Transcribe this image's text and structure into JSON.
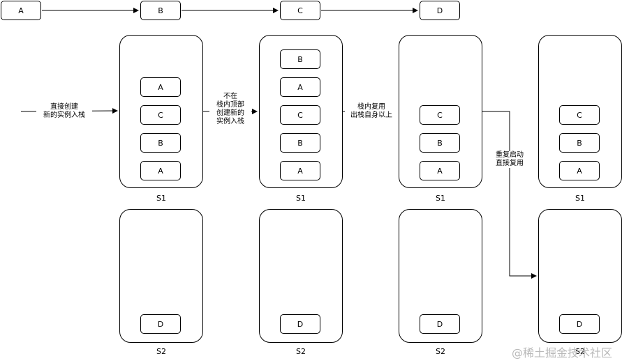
{
  "top_flow": [
    "A",
    "B",
    "C",
    "D"
  ],
  "columns": [
    {
      "s1_label": "S1",
      "s1_items": [
        "A",
        "C",
        "B",
        "A"
      ],
      "s2_label": "S2",
      "s2_items": [
        "D"
      ]
    },
    {
      "s1_label": "S1",
      "s1_items": [
        "B",
        "A",
        "C",
        "B",
        "A"
      ],
      "s2_label": "S2",
      "s2_items": [
        "D"
      ]
    },
    {
      "s1_label": "S1",
      "s1_items": [
        "C",
        "B",
        "A"
      ],
      "s2_label": "S2",
      "s2_items": [
        "D"
      ]
    },
    {
      "s1_label": "S1",
      "s1_items": [
        "C",
        "B",
        "A"
      ],
      "s2_label": "S2",
      "s2_items": [
        "D"
      ]
    }
  ],
  "edge_labels": {
    "e1": "直接创建\n新的实例入栈",
    "e2": "不在\n栈内顶部\n创建新的\n实例入栈",
    "e3": "栈内复用\n出栈自身以上",
    "e4": "重复启动\n直接复用"
  },
  "watermark": "@稀土掘金技术社区"
}
